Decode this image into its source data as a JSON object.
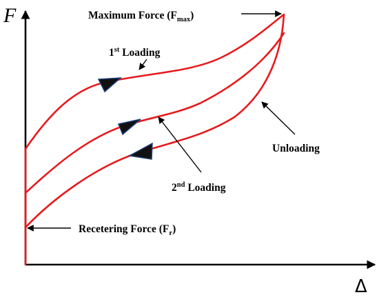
{
  "axes": {
    "y_symbol": "F",
    "x_symbol": "Δ"
  },
  "labels": {
    "max_force": {
      "text": "Maximum Force (F",
      "sub": "max",
      "close": ")"
    },
    "first_loading": {
      "ord": "1",
      "sup": "st",
      "rest": " Loading"
    },
    "second_loading": {
      "ord": "2",
      "sup": "nd",
      "rest": " Loading"
    },
    "unloading": "Unloading",
    "recentering_force": {
      "text": "Recetering Force (F",
      "sub": "r",
      "close": ")"
    }
  },
  "colors": {
    "curve": "#e8191c",
    "axis": "#000000",
    "arrowhead_fill": "#111111",
    "arrowhead_stroke": "#1f3e78"
  }
}
